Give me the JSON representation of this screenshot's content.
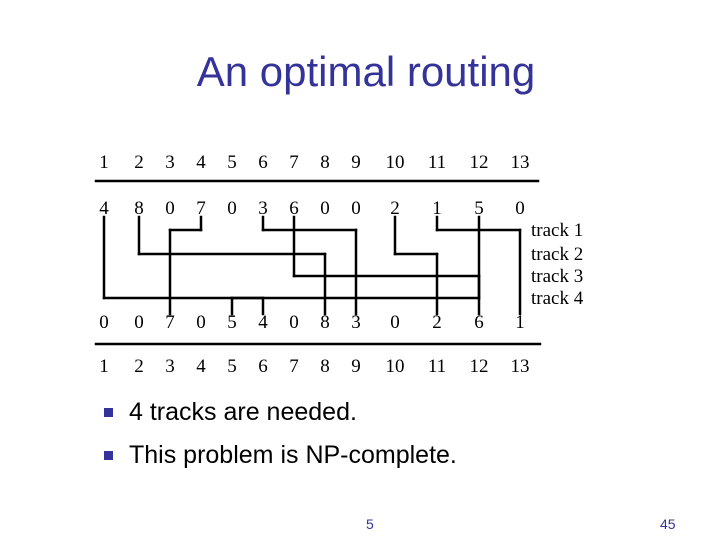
{
  "title": "An optimal routing",
  "diagram": {
    "top_pin_numbers": [
      "1",
      "2",
      "3",
      "4",
      "5",
      "6",
      "7",
      "8",
      "9",
      "10",
      "11",
      "12",
      "13"
    ],
    "top_pin_nets": [
      "4",
      "8",
      "0",
      "7",
      "0",
      "3",
      "6",
      "0",
      "0",
      "2",
      "1",
      "5",
      "0"
    ],
    "bottom_pin_nets": [
      "0",
      "0",
      "7",
      "0",
      "5",
      "4",
      "0",
      "8",
      "3",
      "0",
      "2",
      "6",
      "1"
    ],
    "bottom_pin_numbers": [
      "1",
      "2",
      "3",
      "4",
      "5",
      "6",
      "7",
      "8",
      "9",
      "10",
      "11",
      "12",
      "13"
    ],
    "track_labels": [
      "track 1",
      "track 2",
      "track 3",
      "track 4"
    ],
    "nets": [
      {
        "net": "1",
        "track": 1,
        "top_pins": [
          11
        ],
        "bottom_pins": [
          13
        ]
      },
      {
        "net": "2",
        "track": 2,
        "top_pins": [
          10
        ],
        "bottom_pins": [
          11
        ]
      },
      {
        "net": "3",
        "track": 1,
        "top_pins": [
          6
        ],
        "bottom_pins": [
          9
        ]
      },
      {
        "net": "4",
        "track": 4,
        "top_pins": [
          1
        ],
        "bottom_pins": [
          6
        ]
      },
      {
        "net": "5",
        "track": 4,
        "top_pins": [
          12
        ],
        "bottom_pins": [
          5
        ]
      },
      {
        "net": "6",
        "track": 3,
        "top_pins": [
          7
        ],
        "bottom_pins": [
          12
        ]
      },
      {
        "net": "7",
        "track": 1,
        "top_pins": [
          4
        ],
        "bottom_pins": [
          3
        ]
      },
      {
        "net": "8",
        "track": 2,
        "top_pins": [
          2
        ],
        "bottom_pins": [
          8
        ]
      }
    ]
  },
  "bullets": [
    "4 tracks are needed.",
    "This problem is NP-complete."
  ],
  "footer": {
    "center": "5",
    "page_number": "45"
  }
}
